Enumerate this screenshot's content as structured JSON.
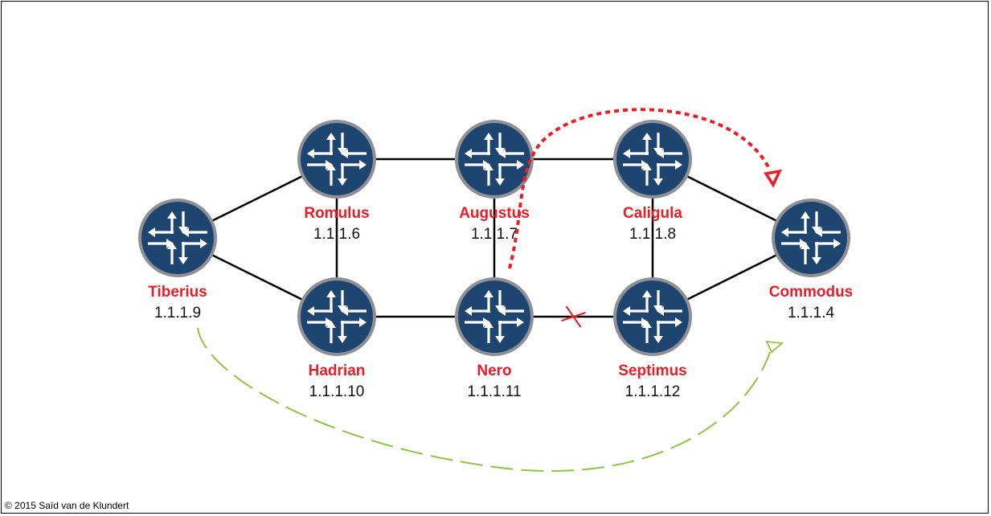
{
  "routers": [
    {
      "id": "tiberius",
      "name": "Tiberius",
      "ip": "1.1.1.9"
    },
    {
      "id": "romulus",
      "name": "Romulus",
      "ip": "1.1.1.6"
    },
    {
      "id": "hadrian",
      "name": "Hadrian",
      "ip": "1.1.1.10"
    },
    {
      "id": "augustus",
      "name": "Augustus",
      "ip": "1.1.1.7"
    },
    {
      "id": "nero",
      "name": "Nero",
      "ip": "1.1.1.11"
    },
    {
      "id": "caligula",
      "name": "Caligula",
      "ip": "1.1.1.8"
    },
    {
      "id": "septimus",
      "name": "Septimus",
      "ip": "1.1.1.12"
    },
    {
      "id": "commodus",
      "name": "Commodus",
      "ip": "1.1.1.4"
    }
  ],
  "links": [
    [
      "tiberius",
      "romulus"
    ],
    [
      "tiberius",
      "hadrian"
    ],
    [
      "romulus",
      "hadrian"
    ],
    [
      "romulus",
      "augustus"
    ],
    [
      "hadrian",
      "nero"
    ],
    [
      "augustus",
      "nero"
    ],
    [
      "augustus",
      "caligula"
    ],
    [
      "nero",
      "septimus"
    ],
    [
      "caligula",
      "septimus"
    ],
    [
      "caligula",
      "commodus"
    ],
    [
      "septimus",
      "commodus"
    ]
  ],
  "failed_link": [
    "nero",
    "septimus"
  ],
  "colors": {
    "router_fill": "#1e4470",
    "router_ring": "#8e9095",
    "label_red": "#ee1c25",
    "reroute_path": "#ee1c25",
    "primary_path": "#8dc63f",
    "link": "#000000"
  },
  "copyright": "© 2015 Saïd van de Klundert"
}
